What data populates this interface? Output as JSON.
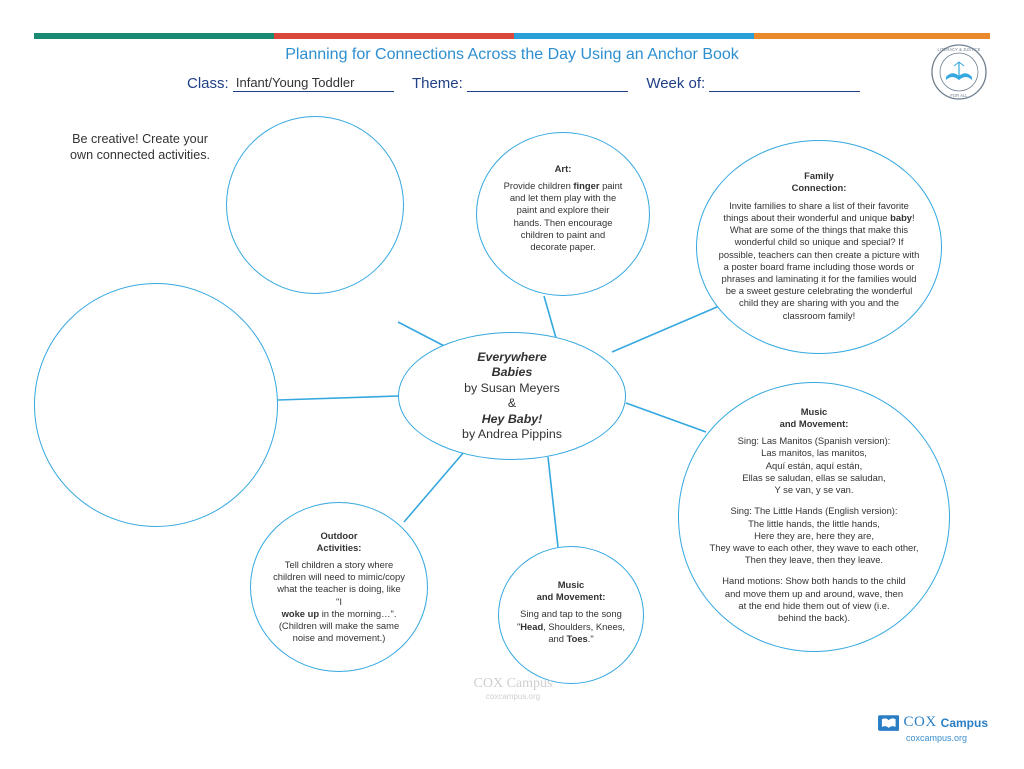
{
  "header": {
    "title": "Planning for Connections Across the Day Using an Anchor Book",
    "class_label": "Class:",
    "class_value": "Infant/Young Toddler",
    "theme_label": "Theme:",
    "theme_value": "",
    "week_label": "Week of:",
    "week_value": ""
  },
  "seal": {
    "top_text": "LITERACY & JUSTICE",
    "bottom_text": "FOR ALL"
  },
  "creative_note": "Be creative! Create your own connected activities.",
  "center": {
    "title_line1": "Everywhere",
    "title_line2": "Babies",
    "author1": "by Susan Meyers",
    "amp": "&",
    "title2": "Hey Baby!",
    "author2": "by Andrea Pippins"
  },
  "art": {
    "heading": "Art:",
    "text_pre": "Provide children",
    "text_bold": "finger",
    "text_post": "paint and let them play with the paint and explore their hands. Then encourage children to paint and decorate paper."
  },
  "family": {
    "heading1": "Family",
    "heading2": "Connection:",
    "text_pre": "Invite families to share a list of their favorite things about their wonderful and unique",
    "text_bold": "baby",
    "text_post": "! What are some of the things that make this wonderful child so unique and special? If possible, teachers can then create a picture with a poster board frame including those words or phrases and laminating it for the families would be a sweet gesture celebrating the wonderful child they are sharing with you and the classroom family!"
  },
  "music_big": {
    "heading1": "Music",
    "heading2": "and Movement:",
    "p1": [
      "Sing: Las Manitos (Spanish version):",
      "Las manitos, las manitos,",
      "Aquí están, aquí están,",
      "Ellas se saludan, ellas se saludan,",
      "Y se van, y se van."
    ],
    "p2": [
      "Sing: The Little Hands (English version):",
      "The little hands, the little hands,",
      "Here they are, here they are,",
      "They wave to each other, they wave to each other,",
      "Then they leave, then they leave."
    ],
    "p3": [
      "Hand motions: Show both hands to the child",
      "and move them up and around, wave, then",
      "at the end hide them out of view (i.e.",
      "behind the back)."
    ]
  },
  "music_small": {
    "heading1": "Music",
    "heading2": "and Movement:",
    "text_pre": "Sing and tap to the song \"",
    "bold1": "Head",
    "text_mid": ", Shoulders, Knees, and ",
    "bold2": "Toes",
    "text_post": ".\""
  },
  "outdoor": {
    "heading1": "Outdoor",
    "heading2": "Activities:",
    "text_pre": "Tell children a story where children will need to mimic/copy what the teacher is doing, like \"I",
    "text_bold": "woke up",
    "text_post": "in the morning…\". (Children will make the same noise and movement.)"
  },
  "watermark": {
    "brand": "COX Campus",
    "url": "coxcampus.org"
  },
  "footer": {
    "brand_cox": "COX",
    "brand_campus": "Campus",
    "url": "coxcampus.org"
  },
  "colors": {
    "bubble_border": "#35a8e0",
    "title": "#2e8fd0",
    "class_text": "#1f3f86"
  }
}
